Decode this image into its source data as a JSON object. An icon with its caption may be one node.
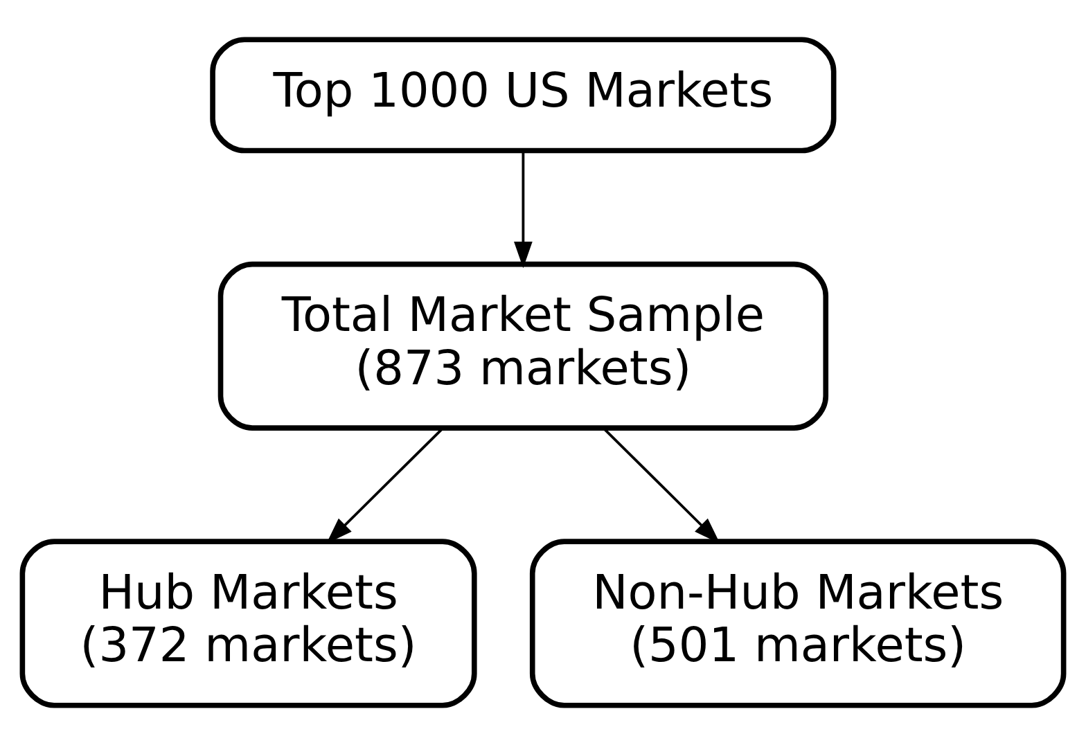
{
  "diagram": {
    "nodes": [
      {
        "text": [
          "Top 1000 US Markets"
        ]
      },
      {
        "text": [
          "Total Market Sample (873 markets)"
        ]
      },
      {
        "text": [
          "Hub Markets (372 markets)"
        ]
      },
      {
        "text": [
          "Non-Hub Markets (501 markets)"
        ]
      }
    ],
    "edges": [
      {
        "from": 0,
        "to": 1,
        "arrow": "to"
      },
      {
        "from": 1,
        "to": 2,
        "arrow": "to"
      },
      {
        "from": 1,
        "to": 3,
        "arrow": "to"
      }
    ]
  }
}
